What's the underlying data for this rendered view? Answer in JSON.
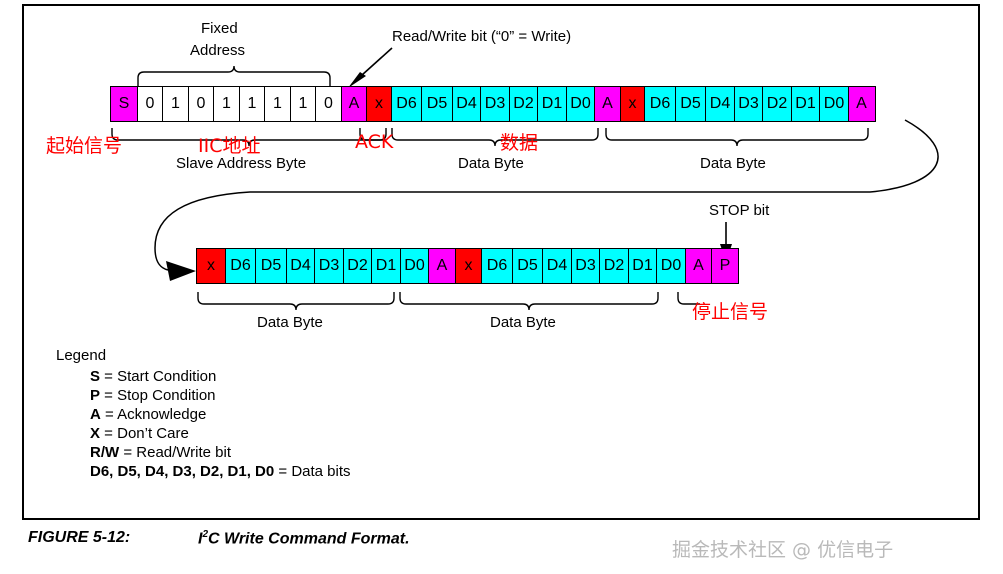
{
  "figure": {
    "number": "FIGURE 5-12:",
    "title_pre": "I",
    "title_sup": "2",
    "title_post": "C Write Command Format."
  },
  "watermark": "掘金技术社区 @ 优信电子",
  "annotations": {
    "fixed_address_line1": "Fixed",
    "fixed_address_line2": "Address",
    "read_write_bit": "Read/Write bit (“0” = Write)",
    "stop_bit": "STOP bit",
    "slave_address_byte": "Slave Address Byte",
    "data_byte_1": "Data Byte",
    "data_byte_2": "Data Byte",
    "data_byte_3": "Data Byte",
    "data_byte_4": "Data Byte",
    "cn_start": "起始信号",
    "cn_iic_address": "IIC地址",
    "cn_ack": "ACK",
    "cn_data": "数据",
    "cn_stop": "停止信号"
  },
  "row1": {
    "cells": [
      {
        "text": "S",
        "type": "s"
      },
      {
        "text": "0",
        "type": "bit"
      },
      {
        "text": "1",
        "type": "bit"
      },
      {
        "text": "0",
        "type": "bit"
      },
      {
        "text": "1",
        "type": "bit"
      },
      {
        "text": "1",
        "type": "bit"
      },
      {
        "text": "1",
        "type": "bit"
      },
      {
        "text": "1",
        "type": "bit"
      },
      {
        "text": "0",
        "type": "bit"
      },
      {
        "text": "A",
        "type": "a"
      },
      {
        "text": "x",
        "type": "x"
      },
      {
        "text": "D6",
        "type": "d"
      },
      {
        "text": "D5",
        "type": "d"
      },
      {
        "text": "D4",
        "type": "d"
      },
      {
        "text": "D3",
        "type": "d"
      },
      {
        "text": "D2",
        "type": "d"
      },
      {
        "text": "D1",
        "type": "d"
      },
      {
        "text": "D0",
        "type": "d"
      },
      {
        "text": "A",
        "type": "a"
      },
      {
        "text": "x",
        "type": "x"
      },
      {
        "text": "D6",
        "type": "d"
      },
      {
        "text": "D5",
        "type": "d"
      },
      {
        "text": "D4",
        "type": "d"
      },
      {
        "text": "D3",
        "type": "d"
      },
      {
        "text": "D2",
        "type": "d"
      },
      {
        "text": "D1",
        "type": "d"
      },
      {
        "text": "D0",
        "type": "d"
      },
      {
        "text": "A",
        "type": "a"
      }
    ]
  },
  "row2": {
    "cells": [
      {
        "text": "x",
        "type": "x"
      },
      {
        "text": "D6",
        "type": "d"
      },
      {
        "text": "D5",
        "type": "d"
      },
      {
        "text": "D4",
        "type": "d"
      },
      {
        "text": "D3",
        "type": "d"
      },
      {
        "text": "D2",
        "type": "d"
      },
      {
        "text": "D1",
        "type": "d"
      },
      {
        "text": "D0",
        "type": "d"
      },
      {
        "text": "A",
        "type": "a"
      },
      {
        "text": "x",
        "type": "x"
      },
      {
        "text": "D6",
        "type": "d"
      },
      {
        "text": "D5",
        "type": "d"
      },
      {
        "text": "D4",
        "type": "d"
      },
      {
        "text": "D3",
        "type": "d"
      },
      {
        "text": "D2",
        "type": "d"
      },
      {
        "text": "D1",
        "type": "d"
      },
      {
        "text": "D0",
        "type": "d"
      },
      {
        "text": "A",
        "type": "a"
      },
      {
        "text": "P",
        "type": "p"
      }
    ]
  },
  "legend": {
    "heading": "Legend",
    "items": [
      {
        "key": "S",
        "eq": " = ",
        "desc": "Start Condition"
      },
      {
        "key": "P",
        "eq": " = ",
        "desc": "Stop Condition"
      },
      {
        "key": "A",
        "eq": " = ",
        "desc": "Acknowledge"
      },
      {
        "key": "X",
        "eq": " = ",
        "desc": "Don’t Care"
      },
      {
        "key": "R/W",
        "eq": " = ",
        "desc": "Read/Write bit"
      },
      {
        "key": "D6, D5, D4, D3, D2, D1, D0",
        "eq": " = ",
        "desc": "Data bits"
      }
    ]
  },
  "colors": {
    "start_stop_ack": "#FF00FF",
    "dont_care": "#FF0000",
    "data_bit": "#00FFFF",
    "annotation_red": "#FF0000",
    "watermark_gray": "#B9B9B9"
  }
}
